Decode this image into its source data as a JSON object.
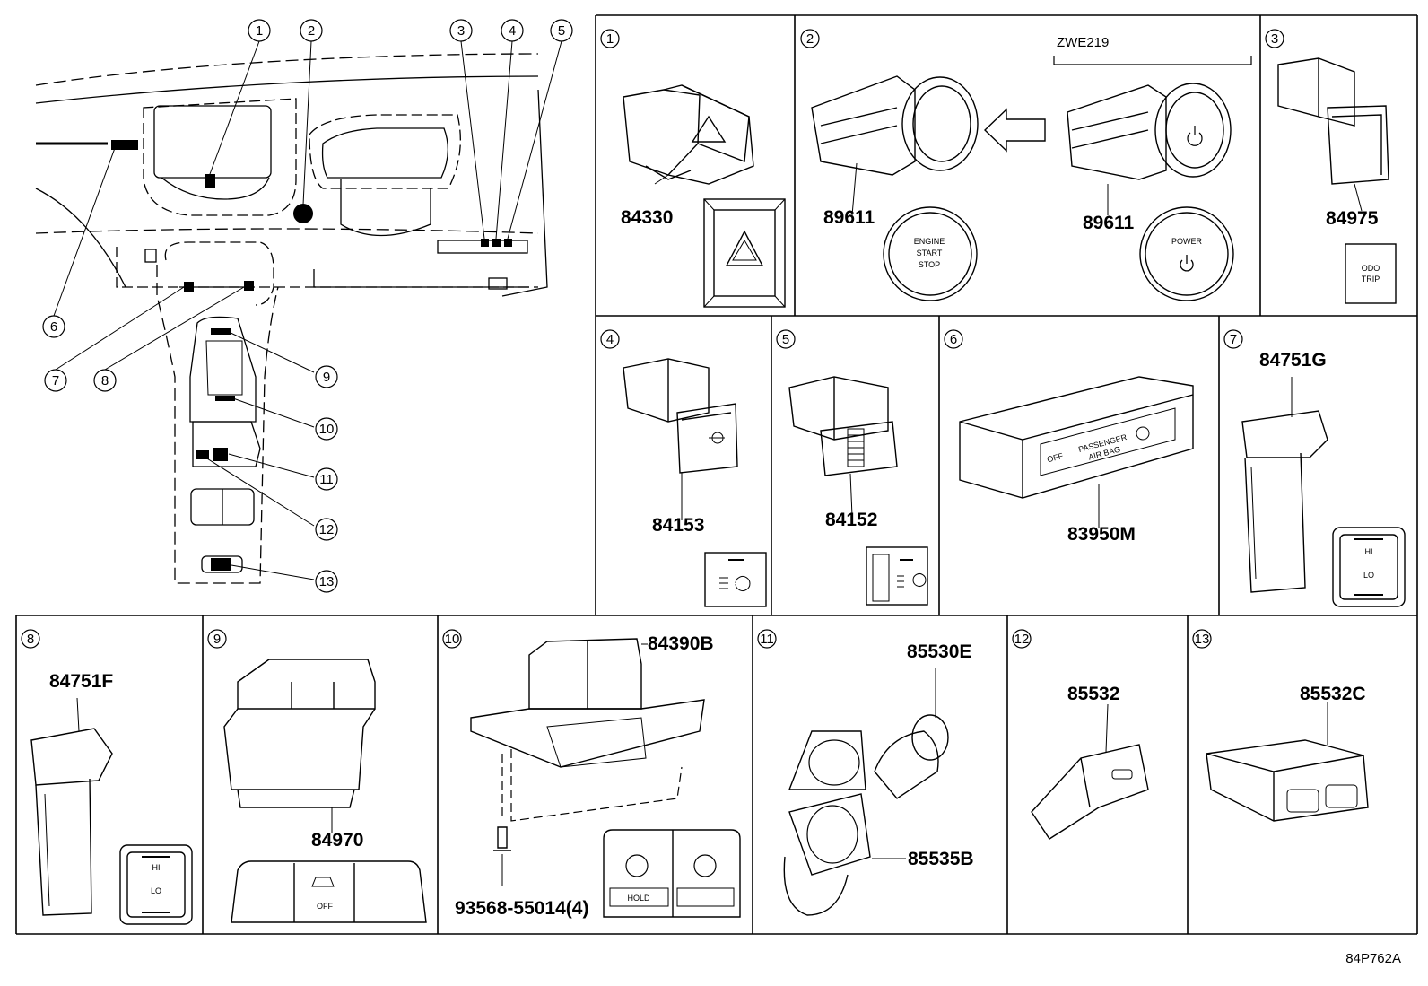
{
  "figure_code": "84P762A",
  "overview": {
    "callouts": [
      "1",
      "2",
      "3",
      "4",
      "5",
      "6",
      "7",
      "8",
      "9",
      "10",
      "11",
      "12",
      "13"
    ]
  },
  "panels": [
    {
      "id": "1",
      "parts": [
        "84330"
      ],
      "icon_text": []
    },
    {
      "id": "2",
      "parts": [
        "89611",
        "89611"
      ],
      "variant": "ZWE219",
      "icon_text": [
        "ENGINE",
        "START",
        "STOP",
        "POWER"
      ]
    },
    {
      "id": "3",
      "parts": [
        "84975"
      ],
      "icon_text": [
        "ODO",
        "TRIP"
      ]
    },
    {
      "id": "4",
      "parts": [
        "84153"
      ],
      "icon_text": []
    },
    {
      "id": "5",
      "parts": [
        "84152"
      ],
      "icon_text": []
    },
    {
      "id": "6",
      "parts": [
        "83950M"
      ],
      "icon_text": [
        "PASSENGER",
        "AIR BAG",
        "OFF"
      ]
    },
    {
      "id": "7",
      "parts": [
        "84751G"
      ],
      "icon_text": [
        "HI",
        "LO"
      ]
    },
    {
      "id": "8",
      "parts": [
        "84751F"
      ],
      "icon_text": [
        "HI",
        "LO"
      ]
    },
    {
      "id": "9",
      "parts": [
        "84970"
      ],
      "icon_text": [
        "OFF"
      ]
    },
    {
      "id": "10",
      "parts": [
        "84390B",
        "93568-55014(4)"
      ],
      "icon_text": [
        "HOLD"
      ]
    },
    {
      "id": "11",
      "parts": [
        "85530E",
        "85535B"
      ],
      "icon_text": []
    },
    {
      "id": "12",
      "parts": [
        "85532"
      ],
      "icon_text": []
    },
    {
      "id": "13",
      "parts": [
        "85532C"
      ],
      "icon_text": []
    }
  ],
  "colors": {
    "line": "#000000",
    "background": "#ffffff"
  }
}
